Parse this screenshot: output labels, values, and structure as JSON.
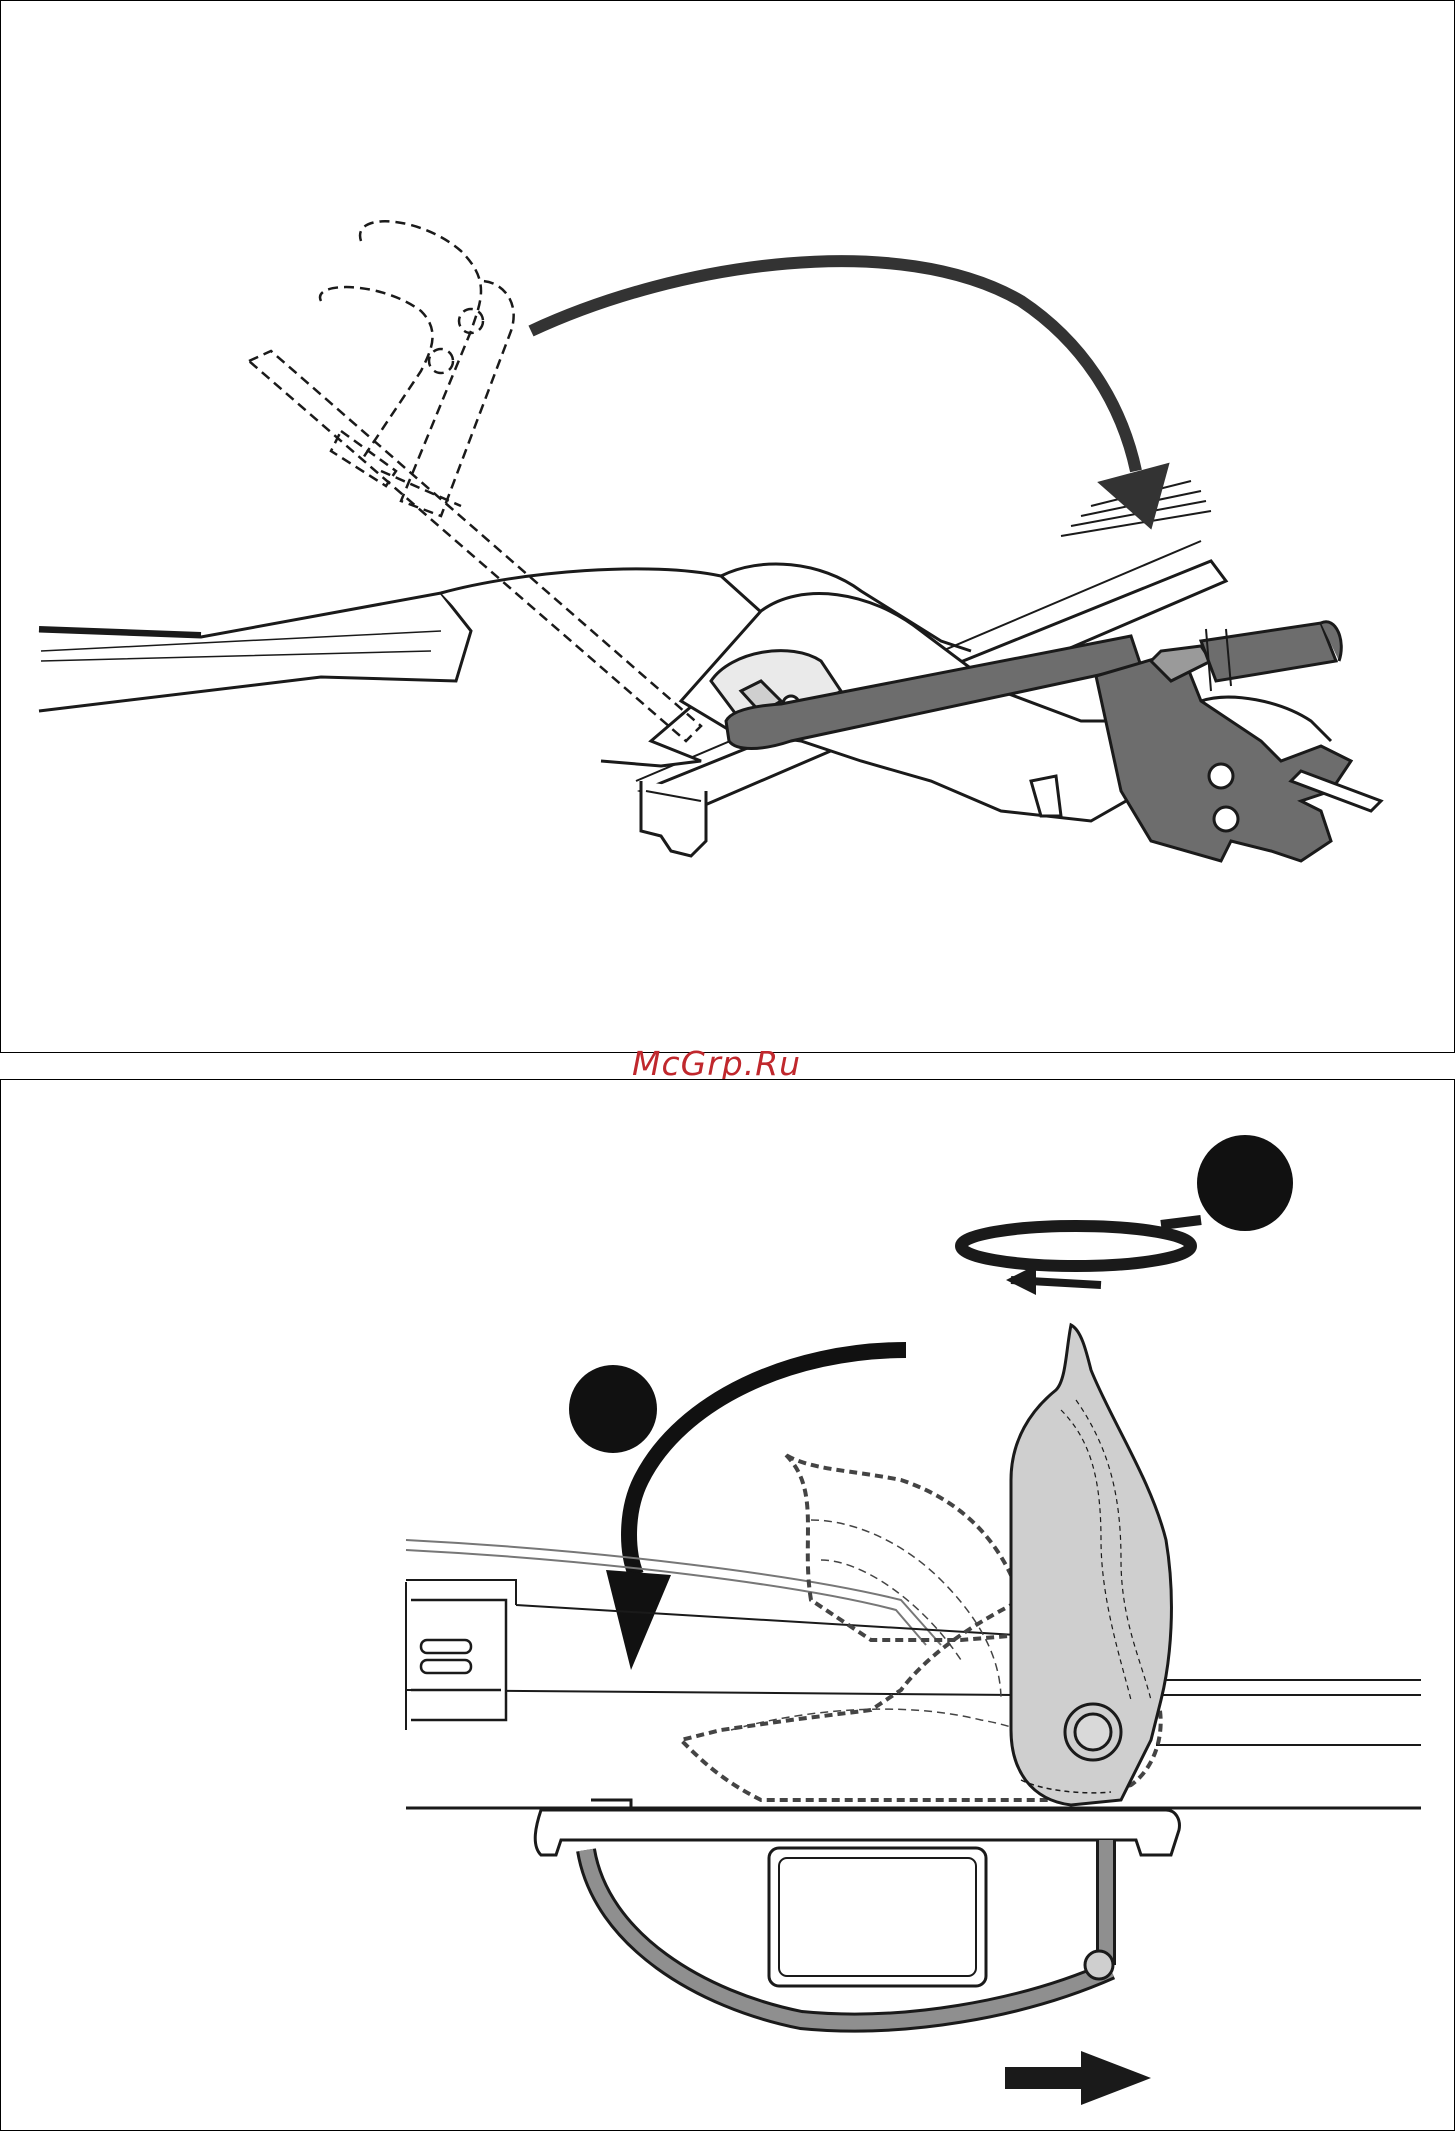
{
  "watermark": {
    "text": "McGrp.Ru",
    "color": "#c0282d"
  },
  "panels": [
    {
      "id": "top",
      "icons": [
        "lever-open-dashed-icon",
        "lever-closed-icon",
        "rotate-arrow-icon",
        "crossbar-icon",
        "foot-clamp-icon"
      ]
    },
    {
      "id": "bottom",
      "icons": [
        "step-marker-1-icon",
        "step-marker-2-icon",
        "rotate-cw-arrow-icon",
        "fold-arrow-icon",
        "push-right-arrow-icon",
        "clamp-body-icon"
      ]
    }
  ],
  "colors": {
    "line": "#1a1a1a",
    "lever_fill": "#6d6d6d",
    "body_fill": "#cfcfcf",
    "arrow": "#333333"
  }
}
